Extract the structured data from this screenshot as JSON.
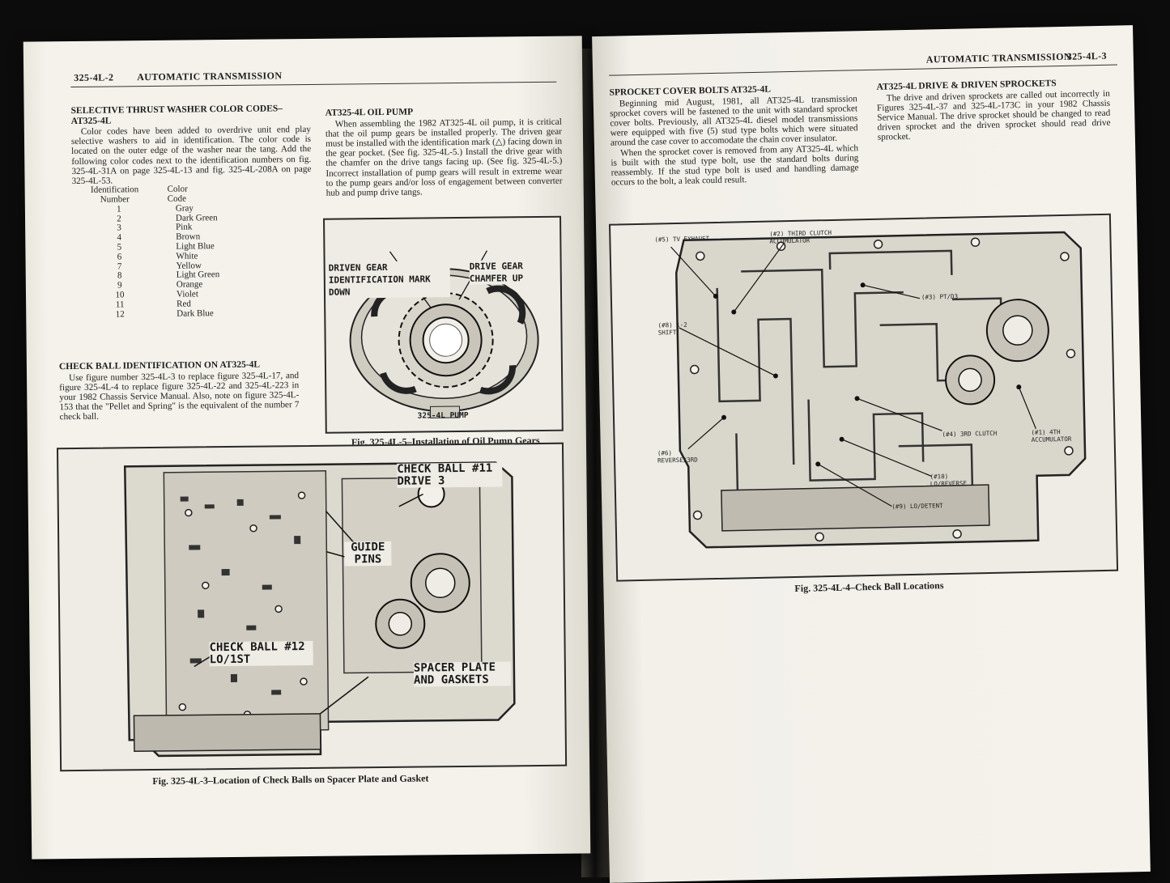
{
  "left_page": {
    "header": {
      "page_number": "325-4L-2",
      "title": "AUTOMATIC TRANSMISSION"
    },
    "washer_section": {
      "heading_line1": "SELECTIVE THRUST WASHER COLOR CODES–",
      "heading_line2": "AT325-4L",
      "body": "Color codes have been added to overdrive unit end play selective washers to aid in identification. The color code is located on the outer edge of the washer near the tang. Add the following color codes next to the identification numbers on fig. 325-4L-31A on page 325-4L-13 and fig. 325-4L-208A on page 325-4L-53.",
      "table_headers": {
        "col1_line1": "Identification",
        "col1_line2": "Number",
        "col2_line1": "Color",
        "col2_line2": "Code"
      },
      "rows": [
        {
          "number": "1",
          "color": "Gray"
        },
        {
          "number": "2",
          "color": "Dark Green"
        },
        {
          "number": "3",
          "color": "Pink"
        },
        {
          "number": "4",
          "color": "Brown"
        },
        {
          "number": "5",
          "color": "Light Blue"
        },
        {
          "number": "6",
          "color": "White"
        },
        {
          "number": "7",
          "color": "Yellow"
        },
        {
          "number": "8",
          "color": "Light Green"
        },
        {
          "number": "9",
          "color": "Orange"
        },
        {
          "number": "10",
          "color": "Violet"
        },
        {
          "number": "11",
          "color": "Red"
        },
        {
          "number": "12",
          "color": "Dark Blue"
        }
      ]
    },
    "checkball_section": {
      "heading": "CHECK BALL IDENTIFICATION ON AT325-4L",
      "body": "Use figure number 325-4L-3 to replace figure 325-4L-17, and figure 325-4L-4 to replace figure 325-4L-22 and 325-4L-223 in your 1982 Chassis Service Manual. Also, note on figure 325-4L-153 that the \"Pellet and Spring\" is the equivalent of the number 7 check ball."
    },
    "oil_pump_section": {
      "heading": "AT325-4L OIL PUMP",
      "body": "When assembling the 1982 AT325-4L oil pump, it is critical that the oil pump gears be installed properly. The driven gear must be installed with the identification mark (△) facing down in the gear pocket. (See fig. 325-4L-5.) Install the drive gear with the chamfer on the drive tangs facing up. (See fig. 325-4L-5.) Incorrect installation of pump gears will result in extreme wear to the pump gears and/or loss of engagement between converter hub and pump drive tangs."
    },
    "fig5": {
      "label_driven": "DRIVEN GEAR IDENTIFICATION MARK DOWN",
      "label_drive": "DRIVE GEAR CHAMFER UP",
      "pump_label": "325-4L PUMP",
      "caption": "Fig. 325-4L-5–Installation of Oil Pump Gears"
    },
    "fig3": {
      "callout_ball11": "CHECK BALL #11 DRIVE 3",
      "callout_guide": "GUIDE PINS",
      "callout_ball12": "CHECK BALL #12 LO/1ST",
      "callout_spacer": "SPACER PLATE AND GASKETS",
      "caption": "Fig. 325-4L-3–Location of Check Balls on Spacer Plate and Gasket"
    }
  },
  "right_page": {
    "header": {
      "title": "AUTOMATIC TRANSMISSION",
      "page_number": "325-4L-3"
    },
    "sprocket_bolts": {
      "heading": "SPROCKET COVER BOLTS AT325-4L",
      "para1": "Beginning mid August, 1981, all AT325-4L transmission sprocket covers will be fastened to the unit with standard sprocket cover bolts. Previously, all AT325-4L diesel model transmissions were equipped with five (5) stud type bolts which were situated around the case cover to accomodate the chain cover insulator.",
      "para2": "When the sprocket cover is removed from any AT325-4L which is built with the stud type bolt, use the standard bolts during reassembly. If the stud type bolt is used and handling damage occurs to the bolt, a leak could result."
    },
    "drive_sprockets": {
      "heading": "AT325-4L DRIVE & DRIVEN SPROCKETS",
      "body": "The drive and driven sprockets are called out incorrectly in Figures 325-4L-37 and 325-4L-173C in your 1982 Chassis Service Manual. The drive sprocket should be changed to read driven sprocket and the driven sprocket should read drive sprocket."
    },
    "fig4": {
      "labels": {
        "tv_exhaust": "(#5) TV EXHAUST",
        "third_clutch_acc": "(#2) THIRD CLUTCH ACCUMULATOR",
        "pt_d3": "(#3) PT/D3",
        "shift_12": "(#8) 1-2 SHIFT",
        "rev_3rd": "(#6) REVERSE/3RD",
        "third_clutch": "(#4) 3RD CLUTCH",
        "fourth_acc": "(#1) 4TH ACCUMULATOR",
        "lo_reverse": "(#10) LO/REVERSE",
        "lo_detent": "(#9) LO/DETENT"
      },
      "caption": "Fig. 325-4L-4–Check Ball Locations"
    }
  }
}
